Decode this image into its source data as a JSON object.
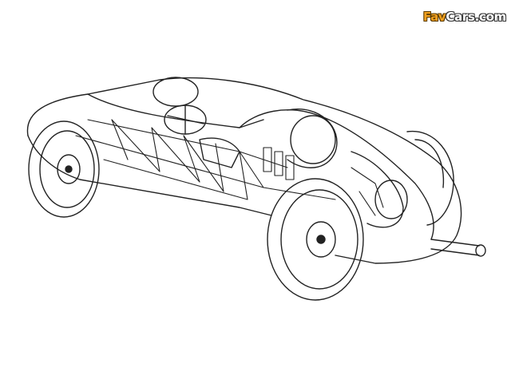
{
  "watermark": {
    "part1": "Fav",
    "part2": "Cars.com",
    "accent": "#f0a020"
  },
  "image": {
    "subject": "race-car-cutaway-illustration"
  }
}
